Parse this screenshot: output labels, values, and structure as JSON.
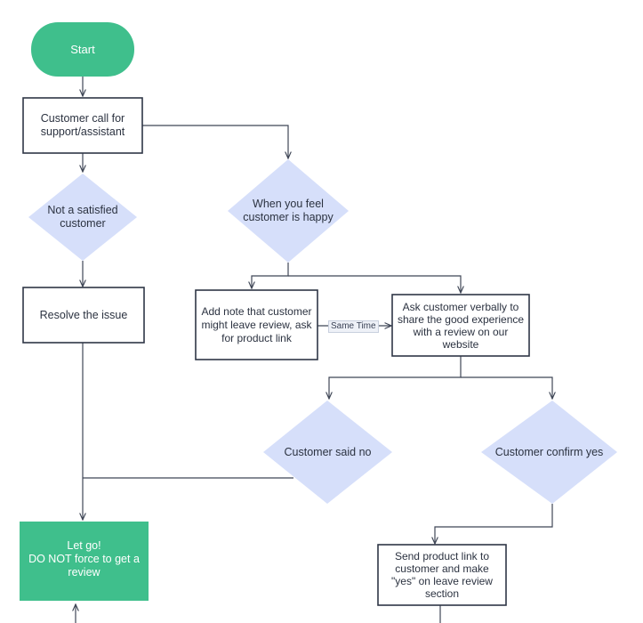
{
  "colors": {
    "green": "#3fbf8c",
    "diamond": "#d6dffa",
    "stroke": "#2f3646",
    "edge": "#3f4656"
  },
  "nodes": {
    "start": "Start",
    "customer_call": "Customer call for\nsupport/assistant",
    "not_satisfied": "Not a satisfied\ncustomer",
    "feel_happy": "When you feel\ncustomer is happy",
    "resolve": "Resolve the issue",
    "add_note": "Add note that customer\nmight leave review, ask\nfor product link",
    "ask_verbally": "Ask customer verbally to\nshare the good experience\nwith a review on our\nwebsite",
    "said_no": "Customer said no",
    "confirm_yes": "Customer confirm yes",
    "let_go": "Let go!\nDO NOT force to get a\nreview",
    "send_link": "Send product link to\ncustomer and make\n\"yes\" on leave review\nsection"
  },
  "edge_labels": {
    "same_time": "Same Time"
  }
}
